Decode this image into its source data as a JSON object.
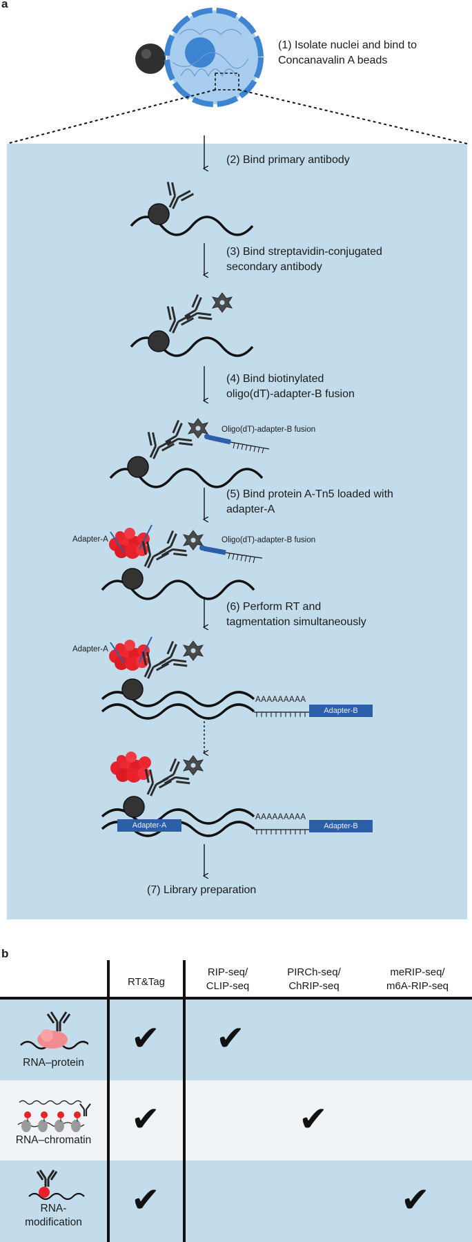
{
  "panel_a": {
    "label": "a",
    "steps": [
      "(1) Isolate nuclei and bind to\nConcanavalin A beads",
      "(2) Bind primary antibody",
      "(3) Bind streptavidin-conjugated\nsecondary antibody",
      "(4) Bind biotinylated\noligo(dT)-adapter-B fusion",
      "(5) Bind protein A-Tn5 loaded with\nadapter-A",
      "(6) Perform RT and\ntagmentation simultaneously",
      "(7) Library preparation"
    ],
    "annotations": {
      "oligo_fusion": "Oligo(dT)-adapter-B fusion",
      "adapter_a": "Adapter-A",
      "poly_a": "AAAAAAAAA",
      "adapter_b": "Adapter-B"
    },
    "colors": {
      "background": "#c3dcec",
      "adapter": "#2d5ea8",
      "tn5": "#e8202a",
      "nucleus": "#3d85d0"
    }
  },
  "panel_b": {
    "label": "b",
    "columns": [
      "RT&Tag",
      "RIP-seq/\nCLIP-seq",
      "PIRCh-seq/\nChRIP-seq",
      "meRIP-seq/\nm6A-RIP-seq"
    ],
    "rows": [
      {
        "label": "RNA–protein",
        "checks": [
          true,
          true,
          false,
          false
        ]
      },
      {
        "label": "RNA–chromatin",
        "checks": [
          true,
          false,
          true,
          false
        ]
      },
      {
        "label": "RNA-\nmodification",
        "checks": [
          true,
          false,
          false,
          true
        ]
      }
    ],
    "check_glyph": "✔",
    "colors": {
      "row_blue": "#c3dcec",
      "row_grey": "#f1f4f7"
    }
  }
}
